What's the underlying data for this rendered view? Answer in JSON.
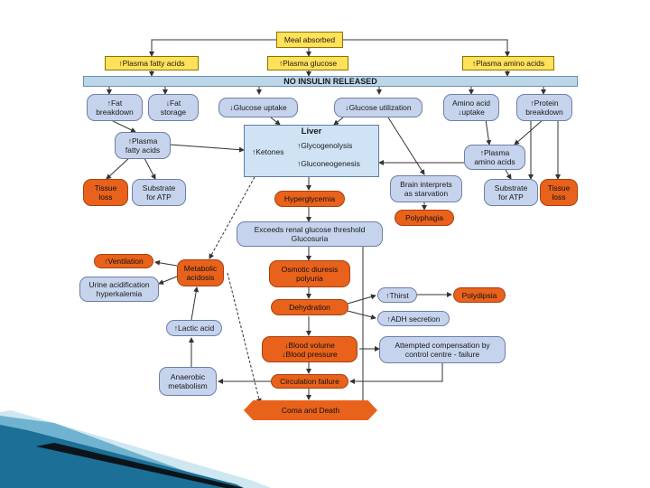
{
  "nodes": {
    "meal": "Meal absorbed",
    "plasma_fatty_top": "↑Plasma fatty acids",
    "plasma_glucose_top": "↑Plasma glucose",
    "plasma_amino_top": "↑Plasma amino acids",
    "no_insulin": "NO INSULIN RELEASED",
    "fat_breakdown": "↑Fat\nbreakdown",
    "fat_storage": "↓Fat\nstorage",
    "glucose_uptake": "↓Glucose uptake",
    "glucose_utilization": "↓Glucose utilization",
    "amino_uptake": "Amino acid\n↓uptake",
    "protein_breakdown": "↑Protein\nbreakdown",
    "plasma_fatty_mid": "↑Plasma\nfatty acids",
    "plasma_amino_mid": "↑Plasma\namino acids",
    "liver_title": "Liver",
    "liver_ketones": "↑Ketones",
    "liver_glycogenolysis": "↑Glycogenolysis",
    "liver_gluconeogenesis": "↑Gluconeogenesis",
    "tissue_loss_left": "Tissue\nloss",
    "substrate_left": "Substrate\nfor ATP",
    "hyperglycemia": "Hyperglycemia",
    "brain": "Brain interprets\nas starvation",
    "substrate_right": "Substrate\nfor ATP",
    "tissue_loss_right": "Tissue\nloss",
    "polyphagia": "Polyphagia",
    "renal": "Exceeds renal glucose threshold\nGlucosuria",
    "ventilation": "↑Ventilation",
    "metabolic": "Metabolic\nacidosis",
    "osmotic": "Osmotic diuresis\npolyuria",
    "urine": "Urine acidification\nhyperkalemia",
    "thirst": "↑Thirst",
    "polydipsia": "Polydipsia",
    "dehydration": "Dehydration",
    "adh": "↑ADH secretion",
    "lactic": "↑Lactic acid",
    "blood": "↓Blood volume\n↓Blood pressure",
    "compensation": "Attempted compensation by\ncontrol centre - failure",
    "anaerobic": "Anaerobic\nmetabolism",
    "circulation": "Circulation failure",
    "coma": "Coma and Death"
  },
  "colors": {
    "yellow": "#ffe15a",
    "blue": "#c6d3ec",
    "orange": "#e8621c",
    "band": "#bcd7ea",
    "arrow": "#333333"
  }
}
